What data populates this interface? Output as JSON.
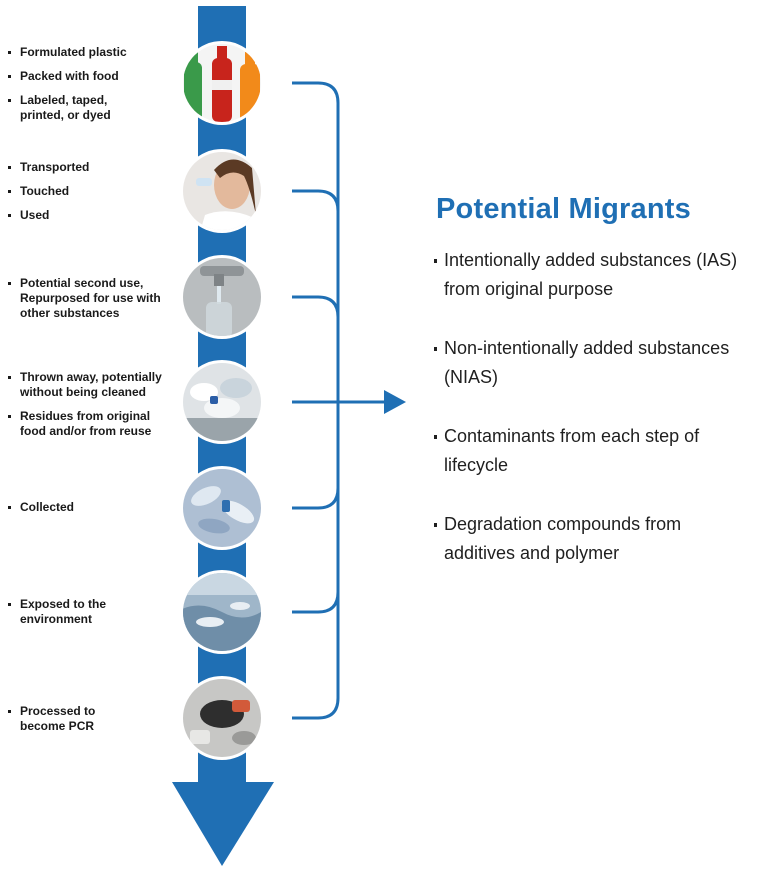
{
  "lifecycle_steps": [
    {
      "items": [
        "Formulated plastic",
        "Packed with food",
        "Labeled, taped, printed, or dyed"
      ],
      "icon": "soda-bottles-icon"
    },
    {
      "items": [
        "Transported",
        "Touched",
        "Used"
      ],
      "icon": "person-drinking-icon"
    },
    {
      "items": [
        "Potential second use, Repurposed for use with other substances"
      ],
      "icon": "faucet-bottle-icon"
    },
    {
      "items": [
        "Thrown away, potentially without being cleaned",
        "Residues from original food and/or from reuse"
      ],
      "icon": "bottle-pile-icon"
    },
    {
      "items": [
        "Collected"
      ],
      "icon": "collected-bottles-icon"
    },
    {
      "items": [
        "Exposed to the environment"
      ],
      "icon": "environment-water-icon"
    },
    {
      "items": [
        "Processed to become PCR"
      ],
      "icon": "recycling-processing-icon"
    }
  ],
  "migrants": {
    "title": "Potential Migrants",
    "items": [
      "Intentionally added substances (IAS) from original purpose",
      "Non-intentionally added substances (NIAS)",
      "Contaminants from each step of lifecycle",
      "Degradation compounds from additives and polymer"
    ]
  },
  "colors": {
    "accent": "#1f6fb4",
    "text": "#1a1a1a"
  }
}
